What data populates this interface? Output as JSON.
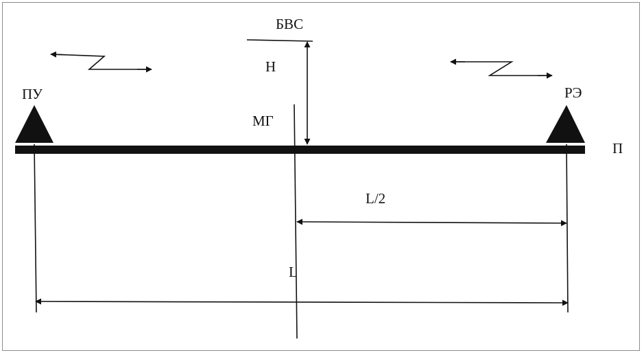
{
  "labels": {
    "control_point": "ПУ",
    "relay_element": "РЭ",
    "uav": "БВС",
    "height": "Н",
    "pipeline_mark": "МГ",
    "pipeline": "П",
    "half_distance": "L/2",
    "distance": "L"
  },
  "colors": {
    "ink": "#111111",
    "frame": "#8c8c8c",
    "background": "#ffffff"
  }
}
